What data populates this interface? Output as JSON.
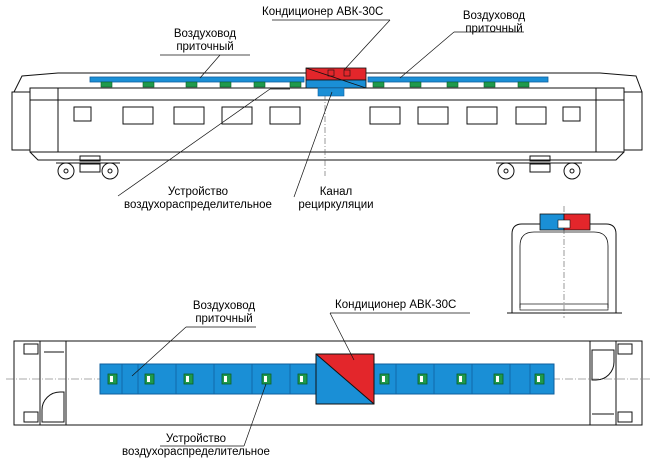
{
  "colors": {
    "duct_blue": "#1a8fd6",
    "duct_dark": "#0f5f9e",
    "diffuser_green": "#1f9a4c",
    "ac_red": "#e3262b",
    "outline": "#111111",
    "centerline": "#555555"
  },
  "side_view": {
    "label_duct_left": [
      "Воздуховод",
      "приточный"
    ],
    "label_ac": "Кондиционер АВК-30С",
    "label_duct_right": [
      "Воздуховод",
      "приточный"
    ],
    "label_distributor": [
      "Устройство",
      "воздухораспределительное"
    ],
    "label_recirc": [
      "Канал",
      "рециркуляции"
    ]
  },
  "plan_view": {
    "label_duct": [
      "Воздуховод",
      "приточный"
    ],
    "label_ac": "Кондиционер АВК-30С",
    "label_distributor": [
      "Устройство",
      "воздухораспределительное"
    ]
  }
}
